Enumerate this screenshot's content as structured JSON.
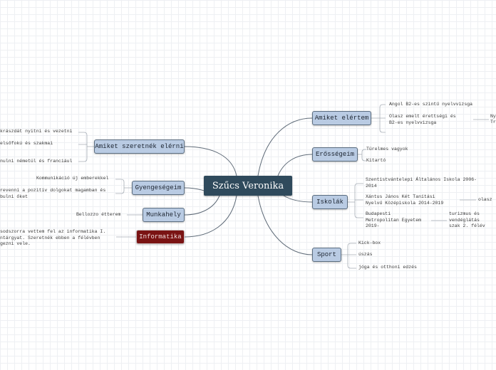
{
  "central": {
    "label": "Szűcs Veronika"
  },
  "branches": {
    "amiket_elertem": {
      "label": "Amiket elértem",
      "items": [
        "Angol B2-es szintű nyelvvizsga",
        "Olasz emelt érettségi és\nB2-es nyelvvizsga"
      ],
      "sub": [
        "Ny",
        "Tr"
      ]
    },
    "erossegeim": {
      "label": "Erősségeim",
      "items": [
        "Türelmes vagyok",
        "Kitartó"
      ]
    },
    "iskolak": {
      "label": "Iskolák",
      "items": [
        "Szentistvántelepi Általános Iskola 2006-\n2014",
        "Xántus János Két Tanítási\nNyelvű Középiskola 2014-2019",
        "Budapesti\nMetropolitan Egyetem\n2019-"
      ],
      "sub": [
        "olasz",
        "turizmus és\nvendéglátás\nszak 2. félév"
      ]
    },
    "sport": {
      "label": "Sport",
      "items": [
        "Kick-box",
        "úszás",
        "jóga és otthoni edzés"
      ]
    },
    "amiket_szeretnek": {
      "label": "Amiket szeretnék elérni",
      "items": [
        "krászdát nyitni és vezetni",
        "elsőfokú és szakmai",
        "nulni németül és franciául"
      ]
    },
    "gyengesegeim": {
      "label": "Gyengeségeim",
      "items": [
        "Kommunikáció új emberekkel",
        "revenni a pozitív dolgokat magamban és\nbulni őket"
      ]
    },
    "munkahely": {
      "label": "Munkahely",
      "items": [
        "Bellozzo étterem"
      ]
    },
    "informatika": {
      "label": "Informatika",
      "items": [
        "sodszorra vettem fel az informatika I.\nntárgyat. Szeretnék ebben a félévben\ngezni vele."
      ]
    }
  },
  "colors": {
    "central": "#2f4a5c",
    "node": "#b9cbe3",
    "node_alert": "#7a1313",
    "line": "#5f6b78",
    "thin_line": "#a6adb5"
  }
}
